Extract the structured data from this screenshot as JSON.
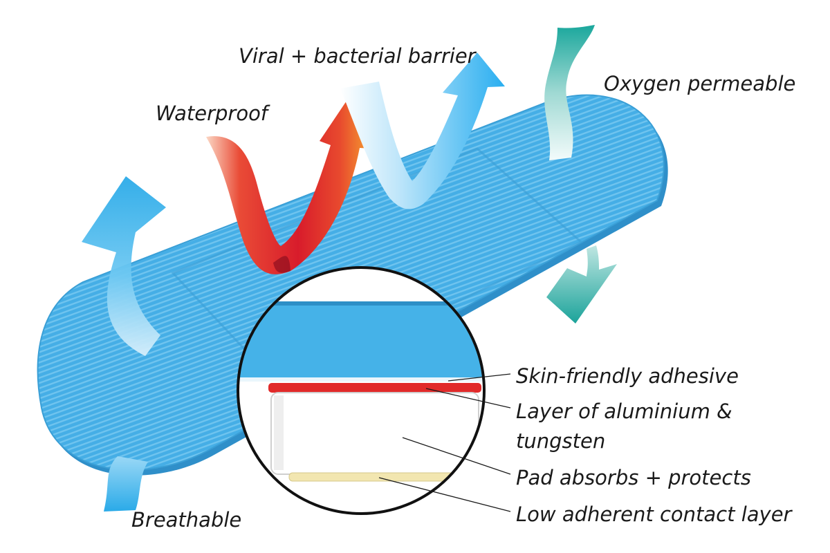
{
  "labels": {
    "viral_barrier": "Viral + bacterial barrier",
    "oxygen": "Oxygen permeable",
    "waterproof": "Waterproof",
    "breathable": "Breathable",
    "adhesive": "Skin-friendly adhesive",
    "aluminium_line1": "Layer of aluminium &",
    "aluminium_line2": "tungsten",
    "pad": "Pad absorbs + protects",
    "contact": "Low adherent contact layer"
  },
  "colors": {
    "plaster": "#45aee6",
    "plaster_edge": "#2f8fc9",
    "breathable_arrow": "#2aaae8",
    "waterproof_arrow": "#e0232d",
    "waterproof_tip": "#f5a22b",
    "viral_arrow": "#2fb2ee",
    "oxygen_arrow": "#21a8a0",
    "aluminium_layer": "#e12a2a",
    "contact_layer": "#f2e6b0"
  },
  "icons": [
    "breathable-arrow-icon",
    "waterproof-arrow-icon",
    "viral-barrier-arrow-icon",
    "oxygen-arrow-icon"
  ]
}
